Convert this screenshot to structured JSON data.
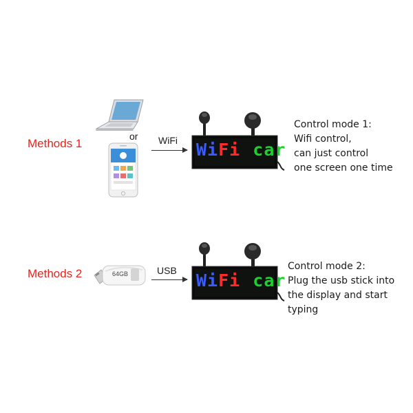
{
  "row1": {
    "method_label": "Methods 1",
    "or_label": "or",
    "connection_label": "WiFi",
    "display_text": [
      "WiFi",
      "car"
    ],
    "mode_lines": [
      "Control mode 1:",
      "Wifi control,",
      "can just control",
      "one screen one time"
    ]
  },
  "row2": {
    "method_label": "Methods 2",
    "usb_stick_label": "64GB",
    "connection_label": "USB",
    "display_text": [
      "WiFi",
      "car"
    ],
    "mode_lines": [
      "Control mode 2:",
      "Plug the usb stick into",
      "the display and start",
      "typing"
    ]
  },
  "colors": {
    "method": "#e8231c",
    "led_blue": "#3a5cff",
    "led_red": "#ff2a2a",
    "led_green": "#1bd12e",
    "panel": "#0b0b0b"
  },
  "icons": [
    "laptop-icon",
    "smartphone-icon",
    "usb-stick-icon",
    "suction-cup-icon",
    "led-display-panel"
  ]
}
